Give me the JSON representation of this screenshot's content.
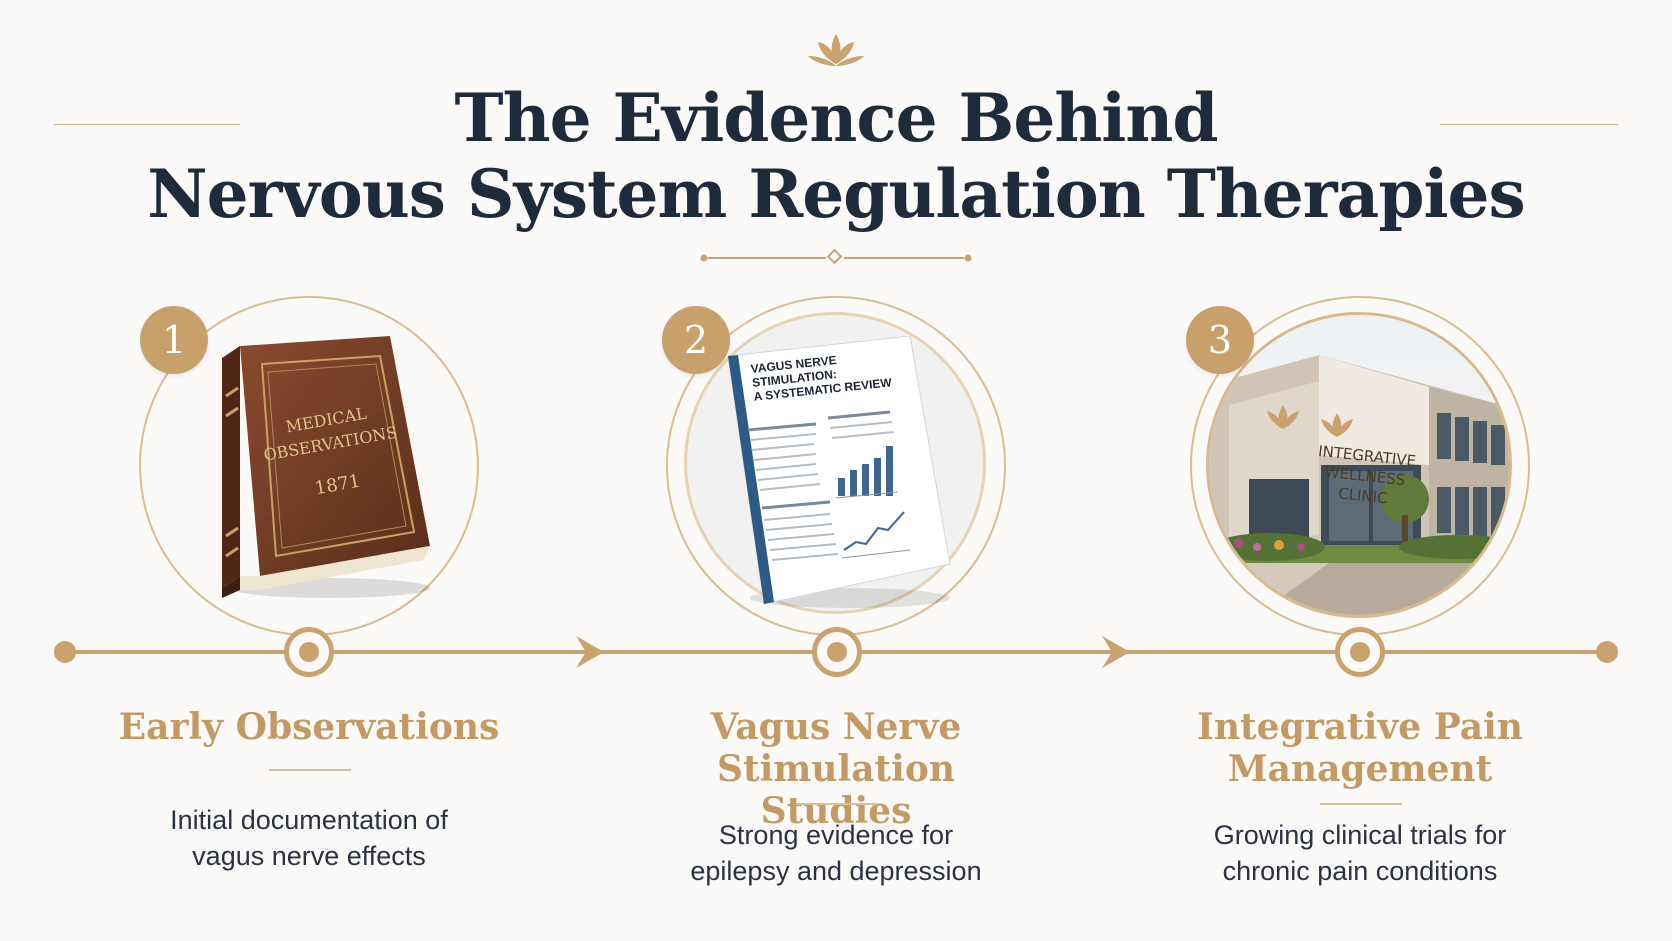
{
  "header": {
    "title_line1": "The Evidence Behind",
    "title_line2": "Nervous System Regulation Therapies",
    "ornament_icon": "lotus-icon"
  },
  "colors": {
    "gold": "#c8a06b",
    "navy": "#1f2a3a",
    "text": "#2b3342"
  },
  "steps": [
    {
      "number": "1",
      "title": [
        "Early Observations"
      ],
      "description": [
        "Initial documentation of",
        "vagus nerve effects"
      ],
      "image": {
        "kind": "antique-book",
        "cover_lines": [
          "MEDICAL",
          "OBSERVATIONS"
        ],
        "year": "1871"
      }
    },
    {
      "number": "2",
      "title": [
        "Vagus Nerve",
        "Stimulation Studies"
      ],
      "description": [
        "Strong evidence for",
        "epilepsy and depression"
      ],
      "image": {
        "kind": "research-report",
        "report_title": [
          "VAGUS NERVE",
          "STIMULATION:",
          "A SYSTEMATIC REVIEW"
        ]
      }
    },
    {
      "number": "3",
      "title": [
        "Integrative Pain",
        "Management"
      ],
      "description": [
        "Growing clinical trials for",
        "chronic pain conditions"
      ],
      "image": {
        "kind": "clinic-building",
        "sign_lines": [
          "INTEGRATIVE",
          "WELLNESS CLINIC"
        ]
      }
    }
  ]
}
